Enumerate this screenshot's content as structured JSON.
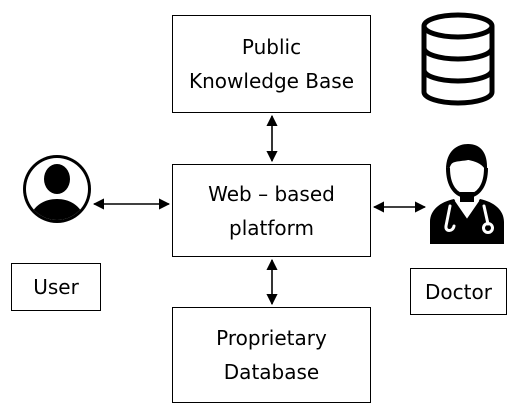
{
  "diagram": {
    "nodes": {
      "knowledge_base": {
        "lines": [
          "Public",
          "Knowledge Base"
        ]
      },
      "web_platform": {
        "lines": [
          "Web – based",
          "platform"
        ]
      },
      "proprietary_db": {
        "lines": [
          "Proprietary",
          "Database"
        ]
      },
      "user": {
        "label": "User"
      },
      "doctor": {
        "label": "Doctor"
      }
    },
    "edges": [
      {
        "from": "knowledge_base",
        "to": "web_platform",
        "style": "bidirectional-arrow"
      },
      {
        "from": "web_platform",
        "to": "proprietary_db",
        "style": "bidirectional-arrow"
      },
      {
        "from": "user",
        "to": "web_platform",
        "style": "bidirectional-arrow"
      },
      {
        "from": "doctor",
        "to": "web_platform",
        "style": "bidirectional-arrow"
      }
    ],
    "icons": {
      "database": "database-icon",
      "user": "user-avatar-icon",
      "doctor": "doctor-icon"
    },
    "colors": {
      "stroke": "#000000",
      "background": "#ffffff"
    }
  }
}
